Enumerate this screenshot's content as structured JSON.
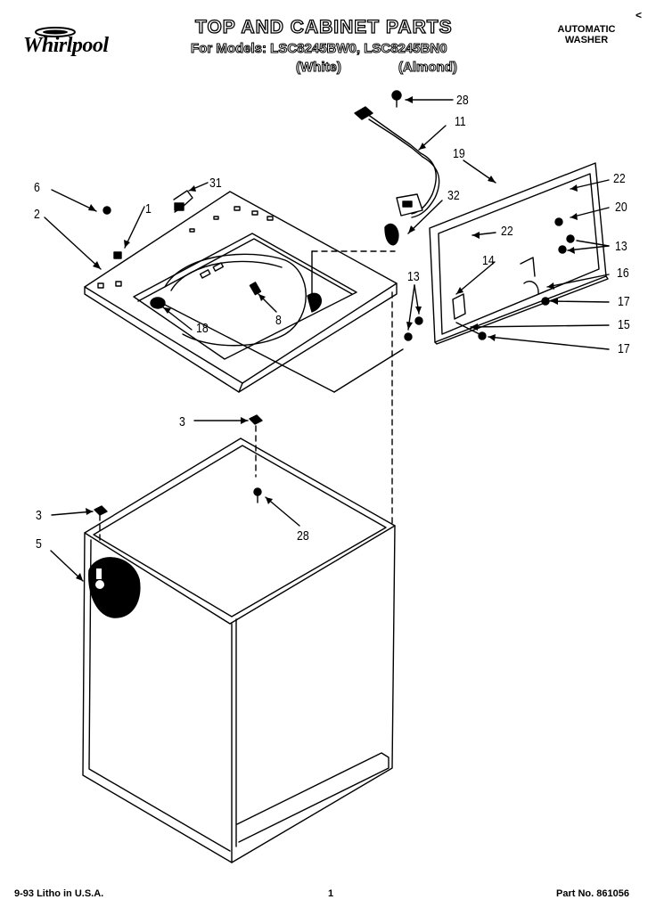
{
  "brand": "Whirlpool",
  "header": {
    "title": "TOP AND CABINET PARTS",
    "models_line": "For Models: LSC8245BW0, LSC8245BN0",
    "white": "(White)",
    "almond": "(Almond)",
    "product_line1": "AUTOMATIC",
    "product_line2": "WASHER"
  },
  "corner_mark": "<",
  "callouts": {
    "c28_top": "28",
    "c11": "11",
    "c19": "19",
    "c22_right": "22",
    "c6": "6",
    "c31": "31",
    "c32": "32",
    "c1": "1",
    "c2": "2",
    "c20": "20",
    "c22_inner": "22",
    "c13_right": "13",
    "c14": "14",
    "c16": "16",
    "c13_left": "13",
    "c17_upper": "17",
    "c15": "15",
    "c18": "18",
    "c8": "8",
    "c17_lower": "17",
    "c3_upper": "3",
    "c28_mid": "28",
    "c3_lower": "3",
    "c5": "5",
    "c28_low": "28"
  },
  "footer": {
    "litho": "9-93 Litho in U.S.A.",
    "page": "1",
    "part_no": "Part No. 861056"
  }
}
